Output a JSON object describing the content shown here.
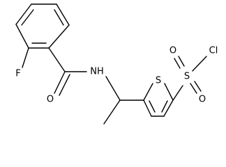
{
  "molecule": {
    "atoms": [
      {
        "id": "F",
        "label": "F"
      },
      {
        "id": "O1",
        "label": "O"
      },
      {
        "id": "NH",
        "label": "NH"
      },
      {
        "id": "S_ring",
        "label": "S"
      },
      {
        "id": "S_sulfonyl",
        "label": "S"
      },
      {
        "id": "O2",
        "label": "O"
      },
      {
        "id": "O3",
        "label": "O"
      },
      {
        "id": "Cl",
        "label": "Cl"
      }
    ]
  },
  "colors": {
    "bond": "#000000",
    "label": "#000000",
    "background": "#ffffff"
  }
}
